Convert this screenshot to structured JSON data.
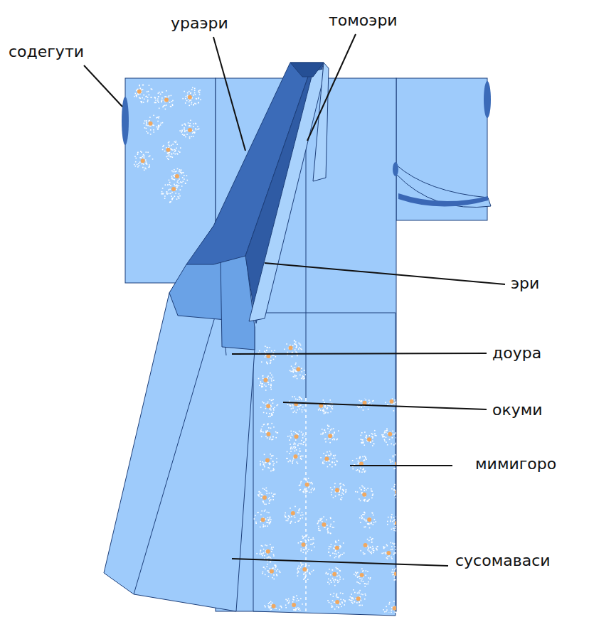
{
  "diagram": {
    "labels": [
      "ураэри",
      "томоэри",
      "содегути",
      "эри",
      "доура",
      "окуми",
      "мимигоро",
      "сусомаваси"
    ]
  }
}
